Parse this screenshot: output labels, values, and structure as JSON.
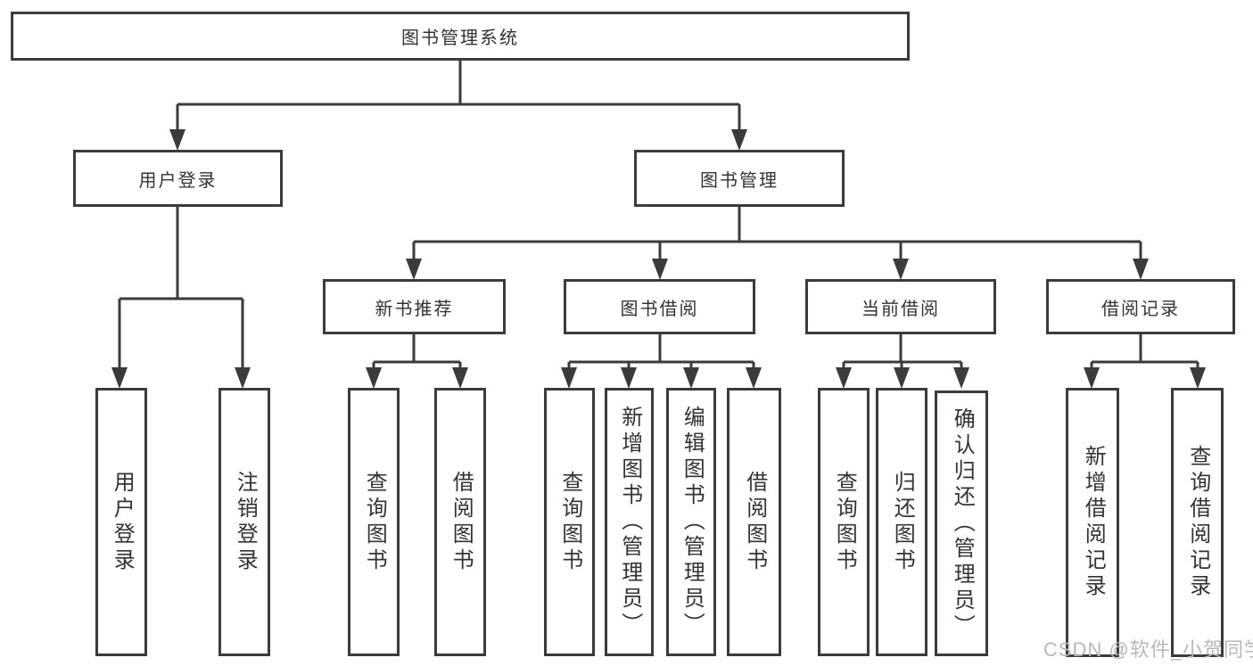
{
  "diagram": {
    "title": "图书管理系统",
    "root": {
      "label": "图书管理系统"
    },
    "branches": [
      {
        "label": "用户登录",
        "children": [
          {
            "label": "用户登录"
          },
          {
            "label": "注销登录"
          }
        ]
      },
      {
        "label": "图书管理",
        "children": [
          {
            "label": "新书推荐",
            "children": [
              {
                "label": "查询图书"
              },
              {
                "label": "借阅图书"
              }
            ]
          },
          {
            "label": "图书借阅",
            "children": [
              {
                "label": "查询图书"
              },
              {
                "label": "新增图书（管理员）"
              },
              {
                "label": "编辑图书（管理员）"
              },
              {
                "label": "借阅图书"
              }
            ]
          },
          {
            "label": "当前借阅",
            "children": [
              {
                "label": "查询图书"
              },
              {
                "label": "归还图书"
              },
              {
                "label": "确认归还（管理员）"
              }
            ]
          },
          {
            "label": "借阅记录",
            "children": [
              {
                "label": "新增借阅记录"
              },
              {
                "label": "查询借阅记录"
              }
            ]
          }
        ]
      }
    ]
  },
  "watermark": {
    "text": "CSDN @软件_小贺同学",
    "color": "#b8b8b8"
  },
  "colors": {
    "line": "#3b3b3b",
    "box_border": "#3b3b3b",
    "text": "#333333",
    "background": "#ffffff"
  }
}
